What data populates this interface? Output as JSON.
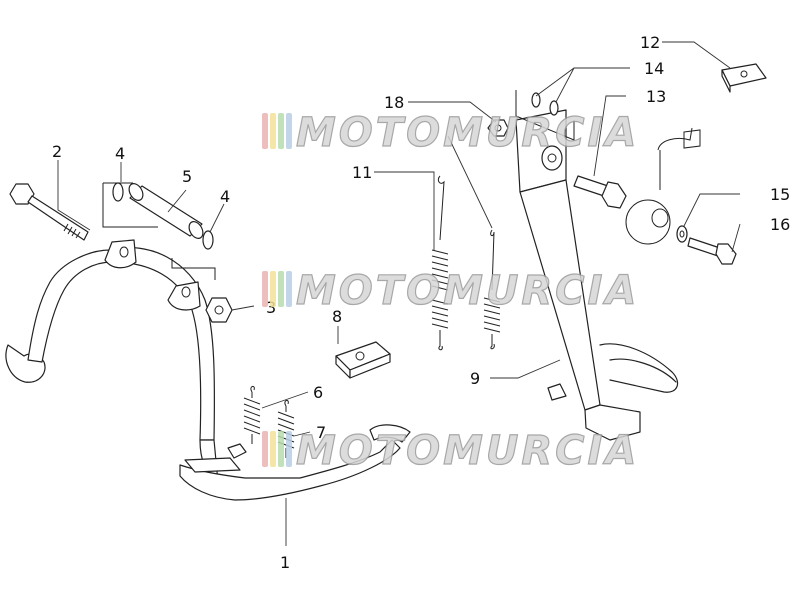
{
  "diagram": {
    "callouts": [
      {
        "id": "c1",
        "label": "1"
      },
      {
        "id": "c2",
        "label": "2"
      },
      {
        "id": "c3",
        "label": "3"
      },
      {
        "id": "c4a",
        "label": "4"
      },
      {
        "id": "c4b",
        "label": "4"
      },
      {
        "id": "c5",
        "label": "5"
      },
      {
        "id": "c6",
        "label": "6"
      },
      {
        "id": "c7",
        "label": "7"
      },
      {
        "id": "c8",
        "label": "8"
      },
      {
        "id": "c9",
        "label": "9"
      },
      {
        "id": "c11",
        "label": "11"
      },
      {
        "id": "c12",
        "label": "12"
      },
      {
        "id": "c13",
        "label": "13"
      },
      {
        "id": "c14",
        "label": "14"
      },
      {
        "id": "c15",
        "label": "15"
      },
      {
        "id": "c16",
        "label": "16"
      },
      {
        "id": "c18",
        "label": "18"
      }
    ]
  },
  "watermark": {
    "text": "MOTOMURCIA",
    "colors": [
      "#e9b3b3",
      "#f2e29a",
      "#b7dcae",
      "#b9cfe6"
    ]
  }
}
